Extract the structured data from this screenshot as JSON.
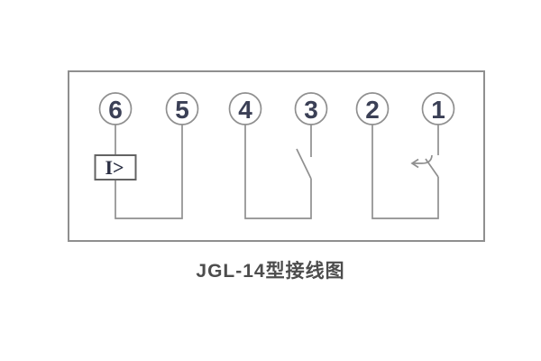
{
  "diagram": {
    "caption": "JGL-14型接线图",
    "colors": {
      "background": "#ffffff",
      "wire": "#8f8f8f",
      "frame": "#8f8f8f",
      "element_box_border": "#636363",
      "terminal_number": "#3b4056",
      "caption_text": "#4d4d4d"
    },
    "terminals": [
      {
        "label": "6"
      },
      {
        "label": "5"
      },
      {
        "label": "4"
      },
      {
        "label": "3"
      },
      {
        "label": "2"
      },
      {
        "label": "1"
      }
    ],
    "elements": {
      "overcurrent_box_label": "I>",
      "groups": [
        {
          "between": "6-5",
          "symbol": "overcurrent-measuring-element"
        },
        {
          "between": "4-3",
          "symbol": "normally-open-contact"
        },
        {
          "between": "2-1",
          "symbol": "normally-open-contact-with-return-arrow"
        }
      ]
    }
  }
}
